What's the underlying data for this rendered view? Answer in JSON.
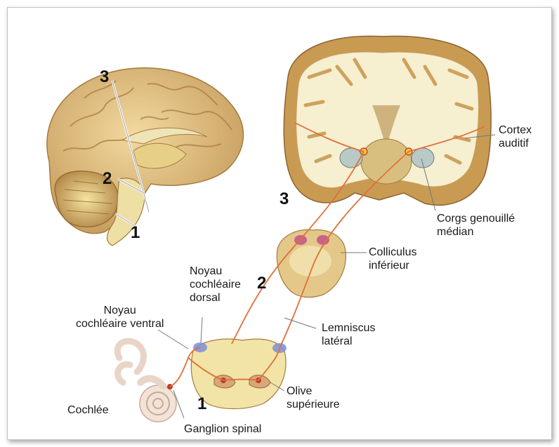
{
  "labels": {
    "cortex_auditif": [
      "Cortex",
      "auditif"
    ],
    "corps_genouille": [
      "Corgs genouillé",
      "médian"
    ],
    "colliculus": [
      "Colliculus",
      "inférieur"
    ],
    "noyau_dorsal": [
      "Noyau",
      "cochléaire",
      "dorsal"
    ],
    "noyau_ventral": [
      "Noyau",
      "cochléaire ventral"
    ],
    "lemniscus": [
      "Lemniscus",
      "latéral"
    ],
    "olive": [
      "Olive",
      "supérieure"
    ],
    "cochlee": "Cochlée",
    "ganglion": "Ganglion spinal"
  },
  "numbers": {
    "brain_3": "3",
    "brain_2": "2",
    "brain_1": "1",
    "level_3": "3",
    "level_2": "2",
    "level_1": "1"
  },
  "colors": {
    "tissue": "#e8d39a",
    "white_matter": "#f3ecc8",
    "pathway": "#e0703a",
    "nucleus": "#c24a8a"
  }
}
